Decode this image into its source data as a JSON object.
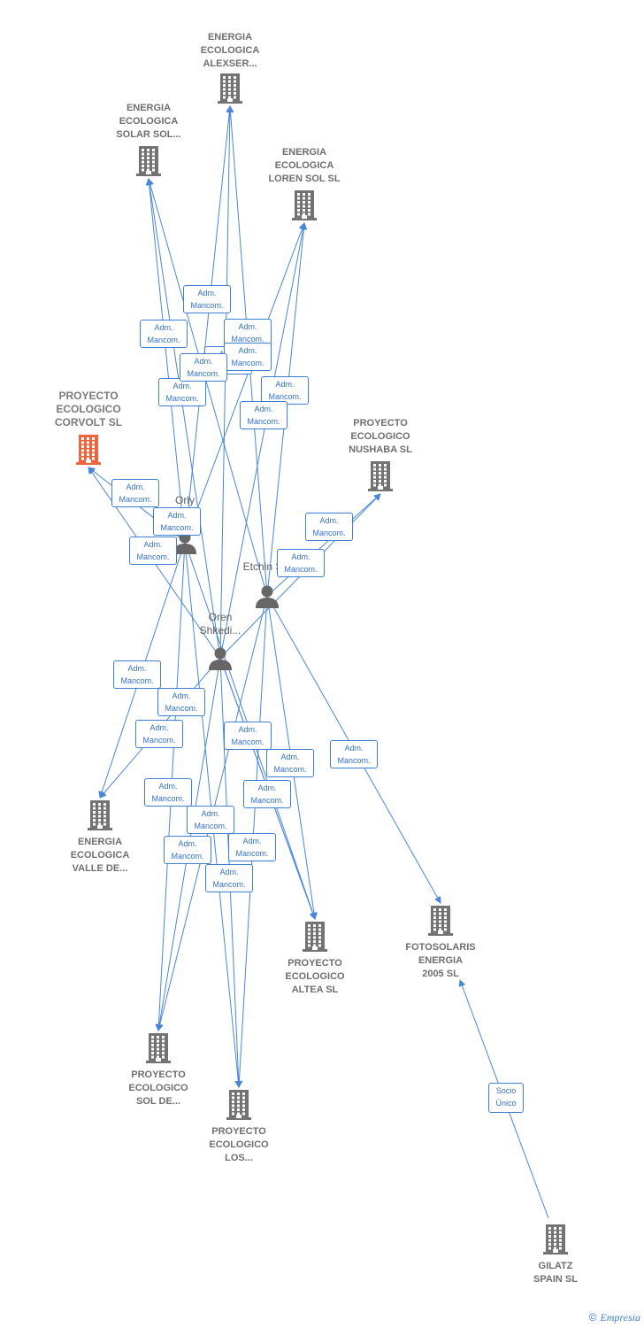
{
  "colors": {
    "edge": "#4a86d8",
    "building": "#737373",
    "building_main": "#f0643c",
    "person": "#666666",
    "label": "#6f6f6f",
    "edge_text": "#3572c9"
  },
  "companies": [
    {
      "id": "alexser",
      "lines": [
        "ENERGIA",
        "ECOLOGICA",
        "ALEXSER..."
      ]
    },
    {
      "id": "solar_sol",
      "lines": [
        "ENERGIA",
        "ECOLOGICA",
        "SOLAR SOL..."
      ]
    },
    {
      "id": "loren",
      "lines": [
        "ENERGIA",
        "ECOLOGICA",
        "LOREN SOL SL"
      ]
    },
    {
      "id": "corvolt",
      "lines": [
        "PROYECTO",
        "ECOLOGICO",
        "CORVOLT SL"
      ],
      "main": true
    },
    {
      "id": "nushaba",
      "lines": [
        "PROYECTO",
        "ECOLOGICO",
        "NUSHABA SL"
      ]
    },
    {
      "id": "valle",
      "lines": [
        "ENERGIA",
        "ECOLOGICA",
        "VALLE DE..."
      ]
    },
    {
      "id": "altea",
      "lines": [
        "PROYECTO",
        "ECOLOGICO",
        "ALTEA SL"
      ]
    },
    {
      "id": "fotosolaris",
      "lines": [
        "FOTOSOLARIS",
        "ENERGIA",
        "2005 SL"
      ]
    },
    {
      "id": "sol_de",
      "lines": [
        "PROYECTO",
        "ECOLOGICO",
        "SOL DE..."
      ]
    },
    {
      "id": "los",
      "lines": [
        "PROYECTO",
        "ECOLOGICO",
        "LOS..."
      ]
    },
    {
      "id": "gilatz",
      "lines": [
        "GILATZ",
        "SPAIN SL"
      ]
    }
  ],
  "persons": [
    {
      "id": "orly",
      "lines": [
        "Orly",
        "...n"
      ]
    },
    {
      "id": "etchin",
      "lines": [
        "Etchin S..."
      ]
    },
    {
      "id": "oren",
      "lines": [
        "Oren",
        "Shkedi..."
      ]
    }
  ],
  "edge_label": [
    "Adm.",
    "Mancom."
  ],
  "socio_label": [
    "Socio",
    "Único"
  ],
  "brand": {
    "copyright": "©",
    "name": "Empresia"
  }
}
